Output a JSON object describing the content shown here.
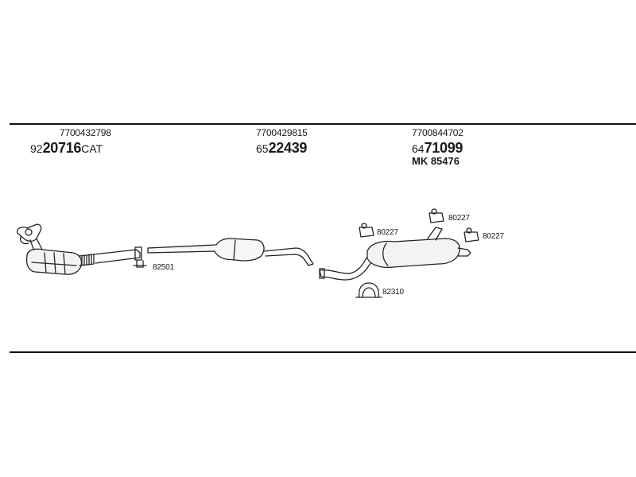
{
  "parts": [
    {
      "oem": "7700432798",
      "code_prefix": "92",
      "code_main": "20716",
      "code_suffix": "CAT"
    },
    {
      "oem": "7700429815",
      "code_prefix": "65",
      "code_main": "22439",
      "code_suffix": ""
    },
    {
      "oem": "7700844702",
      "code_prefix": "64",
      "code_main": "71099",
      "code_suffix": "",
      "kit": "MK 85476"
    }
  ],
  "callouts": {
    "clamp_front": "82501",
    "mount_1": "80227",
    "mount_2": "80227",
    "mount_3": "80227",
    "hanger_ring": "82310"
  }
}
